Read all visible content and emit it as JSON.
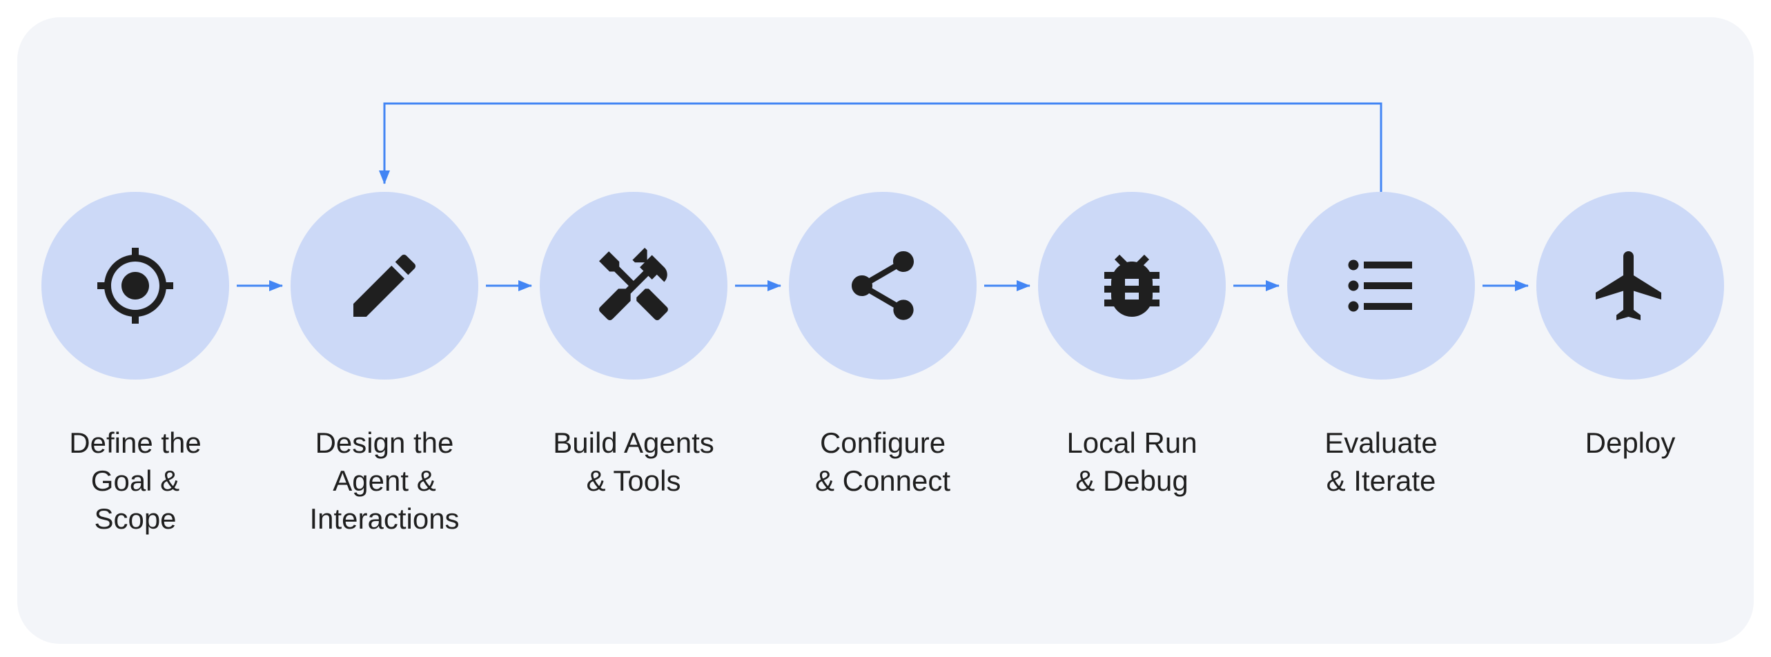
{
  "diagram": {
    "type": "flowchart",
    "steps": [
      {
        "id": "define-goal",
        "label_lines": [
          "Define the",
          "Goal &",
          "Scope"
        ],
        "icon": "target-icon"
      },
      {
        "id": "design-agent",
        "label_lines": [
          "Design the",
          "Agent &",
          "Interactions"
        ],
        "icon": "pencil-icon"
      },
      {
        "id": "build-agents",
        "label_lines": [
          "Build Agents",
          "& Tools"
        ],
        "icon": "tools-icon"
      },
      {
        "id": "configure-connect",
        "label_lines": [
          "Configure",
          "& Connect"
        ],
        "icon": "share-icon"
      },
      {
        "id": "local-run-debug",
        "label_lines": [
          "Local Run",
          "& Debug"
        ],
        "icon": "bug-icon"
      },
      {
        "id": "evaluate-iterate",
        "label_lines": [
          "Evaluate",
          "& Iterate"
        ],
        "icon": "list-icon"
      },
      {
        "id": "deploy",
        "label_lines": [
          "Deploy"
        ],
        "icon": "airplane-icon"
      }
    ],
    "connections": [
      {
        "from": "define-goal",
        "to": "design-agent",
        "type": "forward"
      },
      {
        "from": "design-agent",
        "to": "build-agents",
        "type": "forward"
      },
      {
        "from": "build-agents",
        "to": "configure-connect",
        "type": "forward"
      },
      {
        "from": "configure-connect",
        "to": "local-run-debug",
        "type": "forward"
      },
      {
        "from": "local-run-debug",
        "to": "evaluate-iterate",
        "type": "forward"
      },
      {
        "from": "evaluate-iterate",
        "to": "deploy",
        "type": "forward"
      },
      {
        "from": "evaluate-iterate",
        "to": "design-agent",
        "type": "feedback"
      }
    ],
    "colors": {
      "page_background": "#ffffff",
      "card_background": "#f3f5f9",
      "circle_fill": "#ccd9f7",
      "icon_color": "#1f1f1f",
      "text_color": "#1f1f1f",
      "arrow_color": "#4285f4"
    }
  }
}
